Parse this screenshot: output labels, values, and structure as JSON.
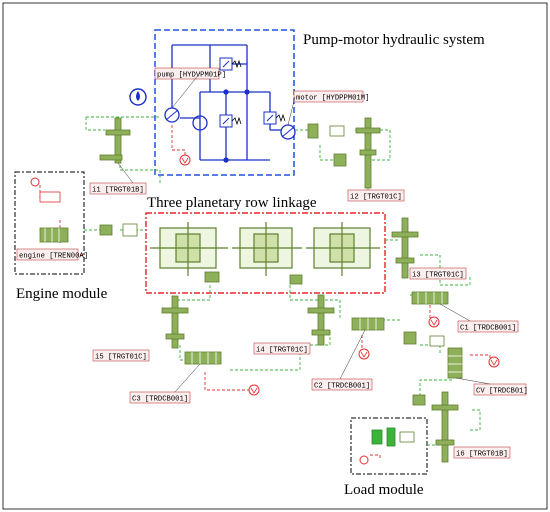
{
  "titles": {
    "pump_motor": "Pump-motor hydraulic system",
    "planetary": "Three planetary row linkage",
    "engine": "Engine module",
    "load": "Load module"
  },
  "components": {
    "pump": "pump [HYDVPM01P]",
    "motor": "motor [HYDPPM01M]",
    "engine": "engine [TREN00A]",
    "i1": "i1 [TRGT01B]",
    "i2": "i2 [TRGT01C]",
    "i3": "i3 [TRGT01C]",
    "i4": "i4 [TRGT01C]",
    "i5": "i5 [TRGT01C]",
    "i6": "i6 [TRGT01B]",
    "c1": "C1 [TRDCB001]",
    "c2": "C2 [TRDCB001]",
    "c3": "C3 [TRDCB001]",
    "cv": "CV [TRDCB01]"
  },
  "colors": {
    "component_green": "#8fb05a",
    "component_dark": "#5e7f2e",
    "link_green": "#3cb43c",
    "signal_red": "#e03030",
    "hydraulic_blue": "#1a30c8",
    "box_red": "#e00000",
    "box_blue": "#2050e0",
    "tag_fill": "#fbeeee",
    "tag_border": "#c04040"
  },
  "icons": [
    "oil-drop-icon",
    "sensor-dial-icon",
    "clutch-icon",
    "shaft-icon",
    "gear-icon"
  ]
}
